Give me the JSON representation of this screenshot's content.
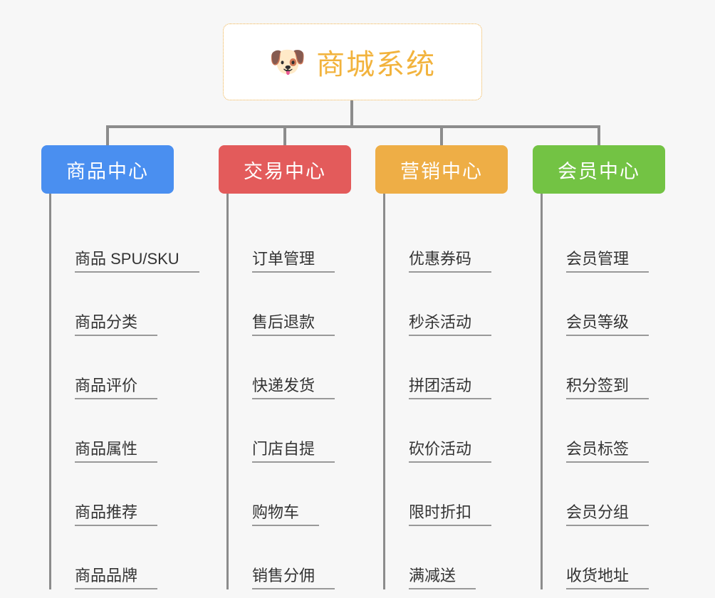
{
  "root": {
    "icon": "shiba-dog-face-icon",
    "emoji": "🐶",
    "title": "商城系统",
    "title_color": "#f2b33d",
    "border_color": "#eeb04a"
  },
  "colors": {
    "background": "#f7f7f7",
    "connector": "#8c8c8c",
    "leaf_text": "#333333",
    "leaf_underline": "#999999"
  },
  "columns": [
    {
      "id": "product-center",
      "label": "商品中心",
      "color": "#4a8ff0",
      "items": [
        "商品 SPU/SKU",
        "商品分类",
        "商品评价",
        "商品属性",
        "商品推荐",
        "商品品牌"
      ]
    },
    {
      "id": "trade-center",
      "label": "交易中心",
      "color": "#e35b5b",
      "items": [
        "订单管理",
        "售后退款",
        "快递发货",
        "门店自提",
        "购物车",
        "销售分佣"
      ]
    },
    {
      "id": "marketing-center",
      "label": "营销中心",
      "color": "#eeae46",
      "items": [
        "优惠券码",
        "秒杀活动",
        "拼团活动",
        "砍价活动",
        "限时折扣",
        "满减送"
      ]
    },
    {
      "id": "member-center",
      "label": "会员中心",
      "color": "#73c344",
      "items": [
        "会员管理",
        "会员等级",
        "积分签到",
        "会员标签",
        "会员分组",
        "收货地址"
      ]
    }
  ]
}
